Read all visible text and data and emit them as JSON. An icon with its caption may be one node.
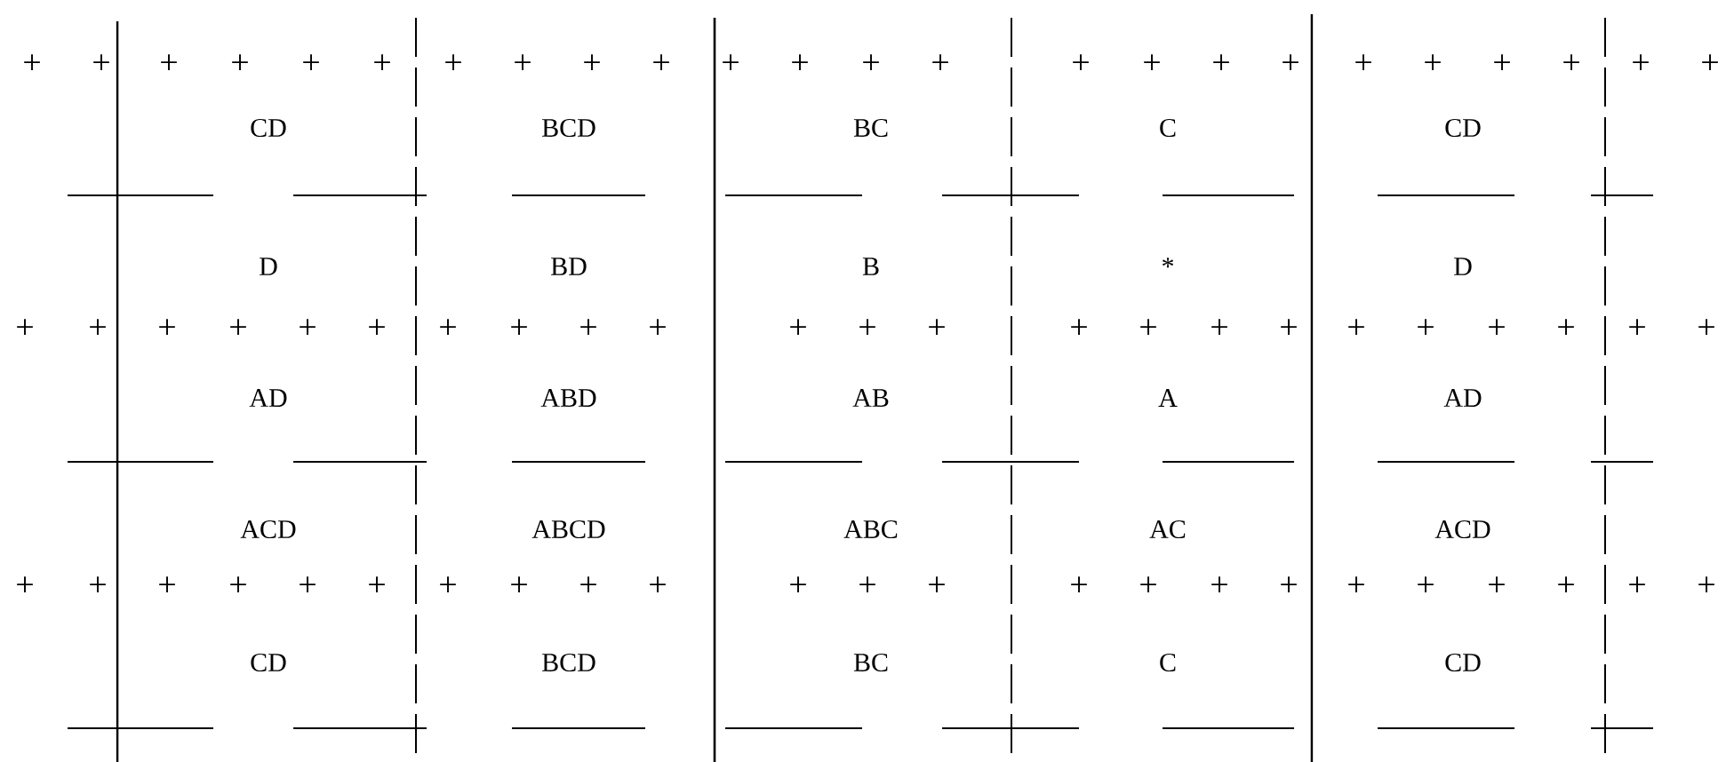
{
  "diagram": {
    "labels": [
      "+",
      "+",
      "+",
      "+",
      "+",
      "+",
      "+",
      "+",
      "+",
      "+",
      "+",
      "+",
      "+",
      "+",
      "+",
      "+",
      "+",
      "+",
      "+",
      "+",
      "+",
      "+",
      "+",
      "+",
      "CD",
      "BCD",
      "BC",
      "C",
      "CD",
      "D",
      "BD",
      "B",
      "*",
      "D",
      "+",
      "+",
      "+",
      "+",
      "+",
      "+",
      "+",
      "+",
      "+",
      "+",
      "+",
      "+",
      "+",
      "+",
      "+",
      "+",
      "+",
      "+",
      "+",
      "+",
      "+",
      "+",
      "+",
      "AD",
      "ABD",
      "AB",
      "A",
      "AD",
      "ACD",
      "ABCD",
      "ABC",
      "AC",
      "ACD",
      "+",
      "+",
      "+",
      "+",
      "+",
      "+",
      "+",
      "+",
      "+",
      "+",
      "+",
      "+",
      "+",
      "+",
      "+",
      "+",
      "+",
      "+",
      "+",
      "+",
      "+",
      "+",
      "+",
      "CD",
      "BCD",
      "BC",
      "C",
      "CD"
    ]
  }
}
